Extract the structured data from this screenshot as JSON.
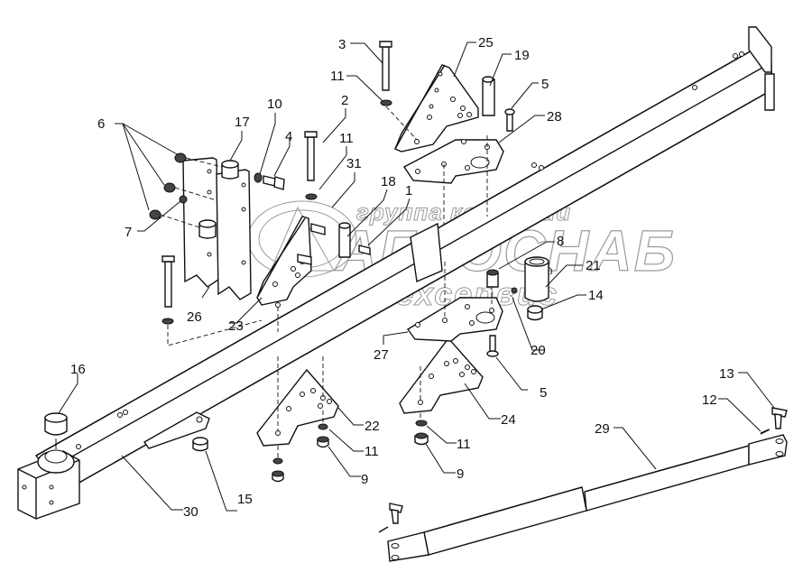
{
  "diagram": {
    "type": "exploded-parts-drawing",
    "subject": "drawbar / frame beam assembly with brackets and fasteners",
    "watermark": {
      "line1": "группа компаний",
      "line2": "АГРОСНАБ",
      "line3": "техсервис"
    },
    "callouts": [
      {
        "id": "c1",
        "number": "1"
      },
      {
        "id": "c2",
        "number": "2"
      },
      {
        "id": "c3",
        "number": "3"
      },
      {
        "id": "c4",
        "number": "4"
      },
      {
        "id": "c5a",
        "number": "5"
      },
      {
        "id": "c5b",
        "number": "5"
      },
      {
        "id": "c6",
        "number": "6"
      },
      {
        "id": "c7",
        "number": "7"
      },
      {
        "id": "c8",
        "number": "8"
      },
      {
        "id": "c9a",
        "number": "9"
      },
      {
        "id": "c9b",
        "number": "9"
      },
      {
        "id": "c10",
        "number": "10"
      },
      {
        "id": "c11a",
        "number": "11"
      },
      {
        "id": "c11b",
        "number": "11"
      },
      {
        "id": "c11c",
        "number": "11"
      },
      {
        "id": "c11d",
        "number": "11"
      },
      {
        "id": "c12",
        "number": "12"
      },
      {
        "id": "c13",
        "number": "13"
      },
      {
        "id": "c14",
        "number": "14"
      },
      {
        "id": "c15",
        "number": "15"
      },
      {
        "id": "c16",
        "number": "16"
      },
      {
        "id": "c17",
        "number": "17"
      },
      {
        "id": "c18",
        "number": "18"
      },
      {
        "id": "c19",
        "number": "19"
      },
      {
        "id": "c20",
        "number": "20"
      },
      {
        "id": "c21",
        "number": "21"
      },
      {
        "id": "c22",
        "number": "22"
      },
      {
        "id": "c23",
        "number": "23"
      },
      {
        "id": "c24",
        "number": "24"
      },
      {
        "id": "c25",
        "number": "25"
      },
      {
        "id": "c26",
        "number": "26"
      },
      {
        "id": "c27",
        "number": "27"
      },
      {
        "id": "c28",
        "number": "28"
      },
      {
        "id": "c29",
        "number": "29"
      },
      {
        "id": "c30",
        "number": "30"
      },
      {
        "id": "c31",
        "number": "31"
      }
    ]
  }
}
